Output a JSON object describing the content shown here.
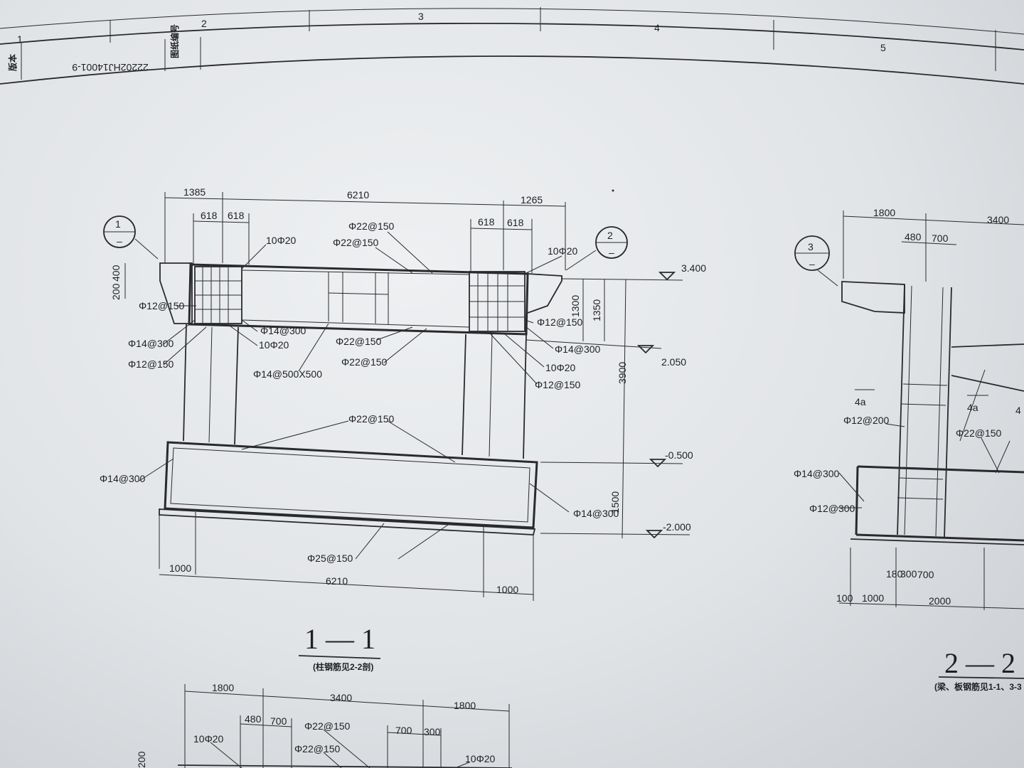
{
  "sheet": {
    "grid_numbers": [
      "1",
      "2",
      "3",
      "4",
      "5"
    ],
    "title_block": {
      "drawing_number": "22202HJ14001-9",
      "stamp_text": "图纸编号",
      "side_text": "版本"
    }
  },
  "section_1_1": {
    "title": "1 — 1",
    "subtitle": "(柱钢筋见2-2剖)",
    "callouts": [
      "1",
      "2"
    ],
    "top_dims": [
      "1385",
      "6210",
      "1265"
    ],
    "sub_dims": [
      "618",
      "618",
      "618",
      "618"
    ],
    "left_vertical_dims": [
      "200",
      "400"
    ],
    "right_vertical_dims": [
      "1300",
      "1350",
      "3900",
      "1500"
    ],
    "elevations": [
      "3.400",
      "2.050",
      "-0.500",
      "-2.000"
    ],
    "bottom_dims": [
      "1000",
      "6210",
      "1000"
    ],
    "rebar_labels": [
      "10Φ20",
      "Φ22@150",
      "Φ22@150",
      "10Φ20",
      "Φ12@150",
      "Φ14@300",
      "Φ14@300",
      "10Φ20",
      "Φ12@150",
      "Φ14@500X500",
      "Φ22@150",
      "Φ22@150",
      "Φ12@150",
      "Φ14@300",
      "10Φ20",
      "Φ12@150",
      "Φ22@150",
      "Φ14@300",
      "Φ14@300",
      "Φ25@150"
    ]
  },
  "section_2_2": {
    "title": "2 — 2",
    "subtitle": "(梁、板钢筋见1-1、3-3",
    "callout": "3",
    "top_dims": [
      "1800",
      "3400"
    ],
    "sub_dims": [
      "480",
      "700"
    ],
    "marks": [
      "4a",
      "4a",
      "4"
    ],
    "rebar_labels": [
      "Φ12@200",
      "Φ22@150",
      "Φ14@300",
      "Φ12@300"
    ],
    "bottom_dims": [
      "180",
      "300",
      "700",
      "100",
      "1000",
      "2000"
    ]
  },
  "section_3_3": {
    "top_dims": [
      "1800",
      "3400",
      "1800"
    ],
    "sub_dims": [
      "480",
      "700",
      "700",
      "300"
    ],
    "rebar_labels": [
      "10Φ20",
      "Φ22@150",
      "Φ22@150",
      "10Φ20"
    ],
    "left_dim": "200"
  }
}
